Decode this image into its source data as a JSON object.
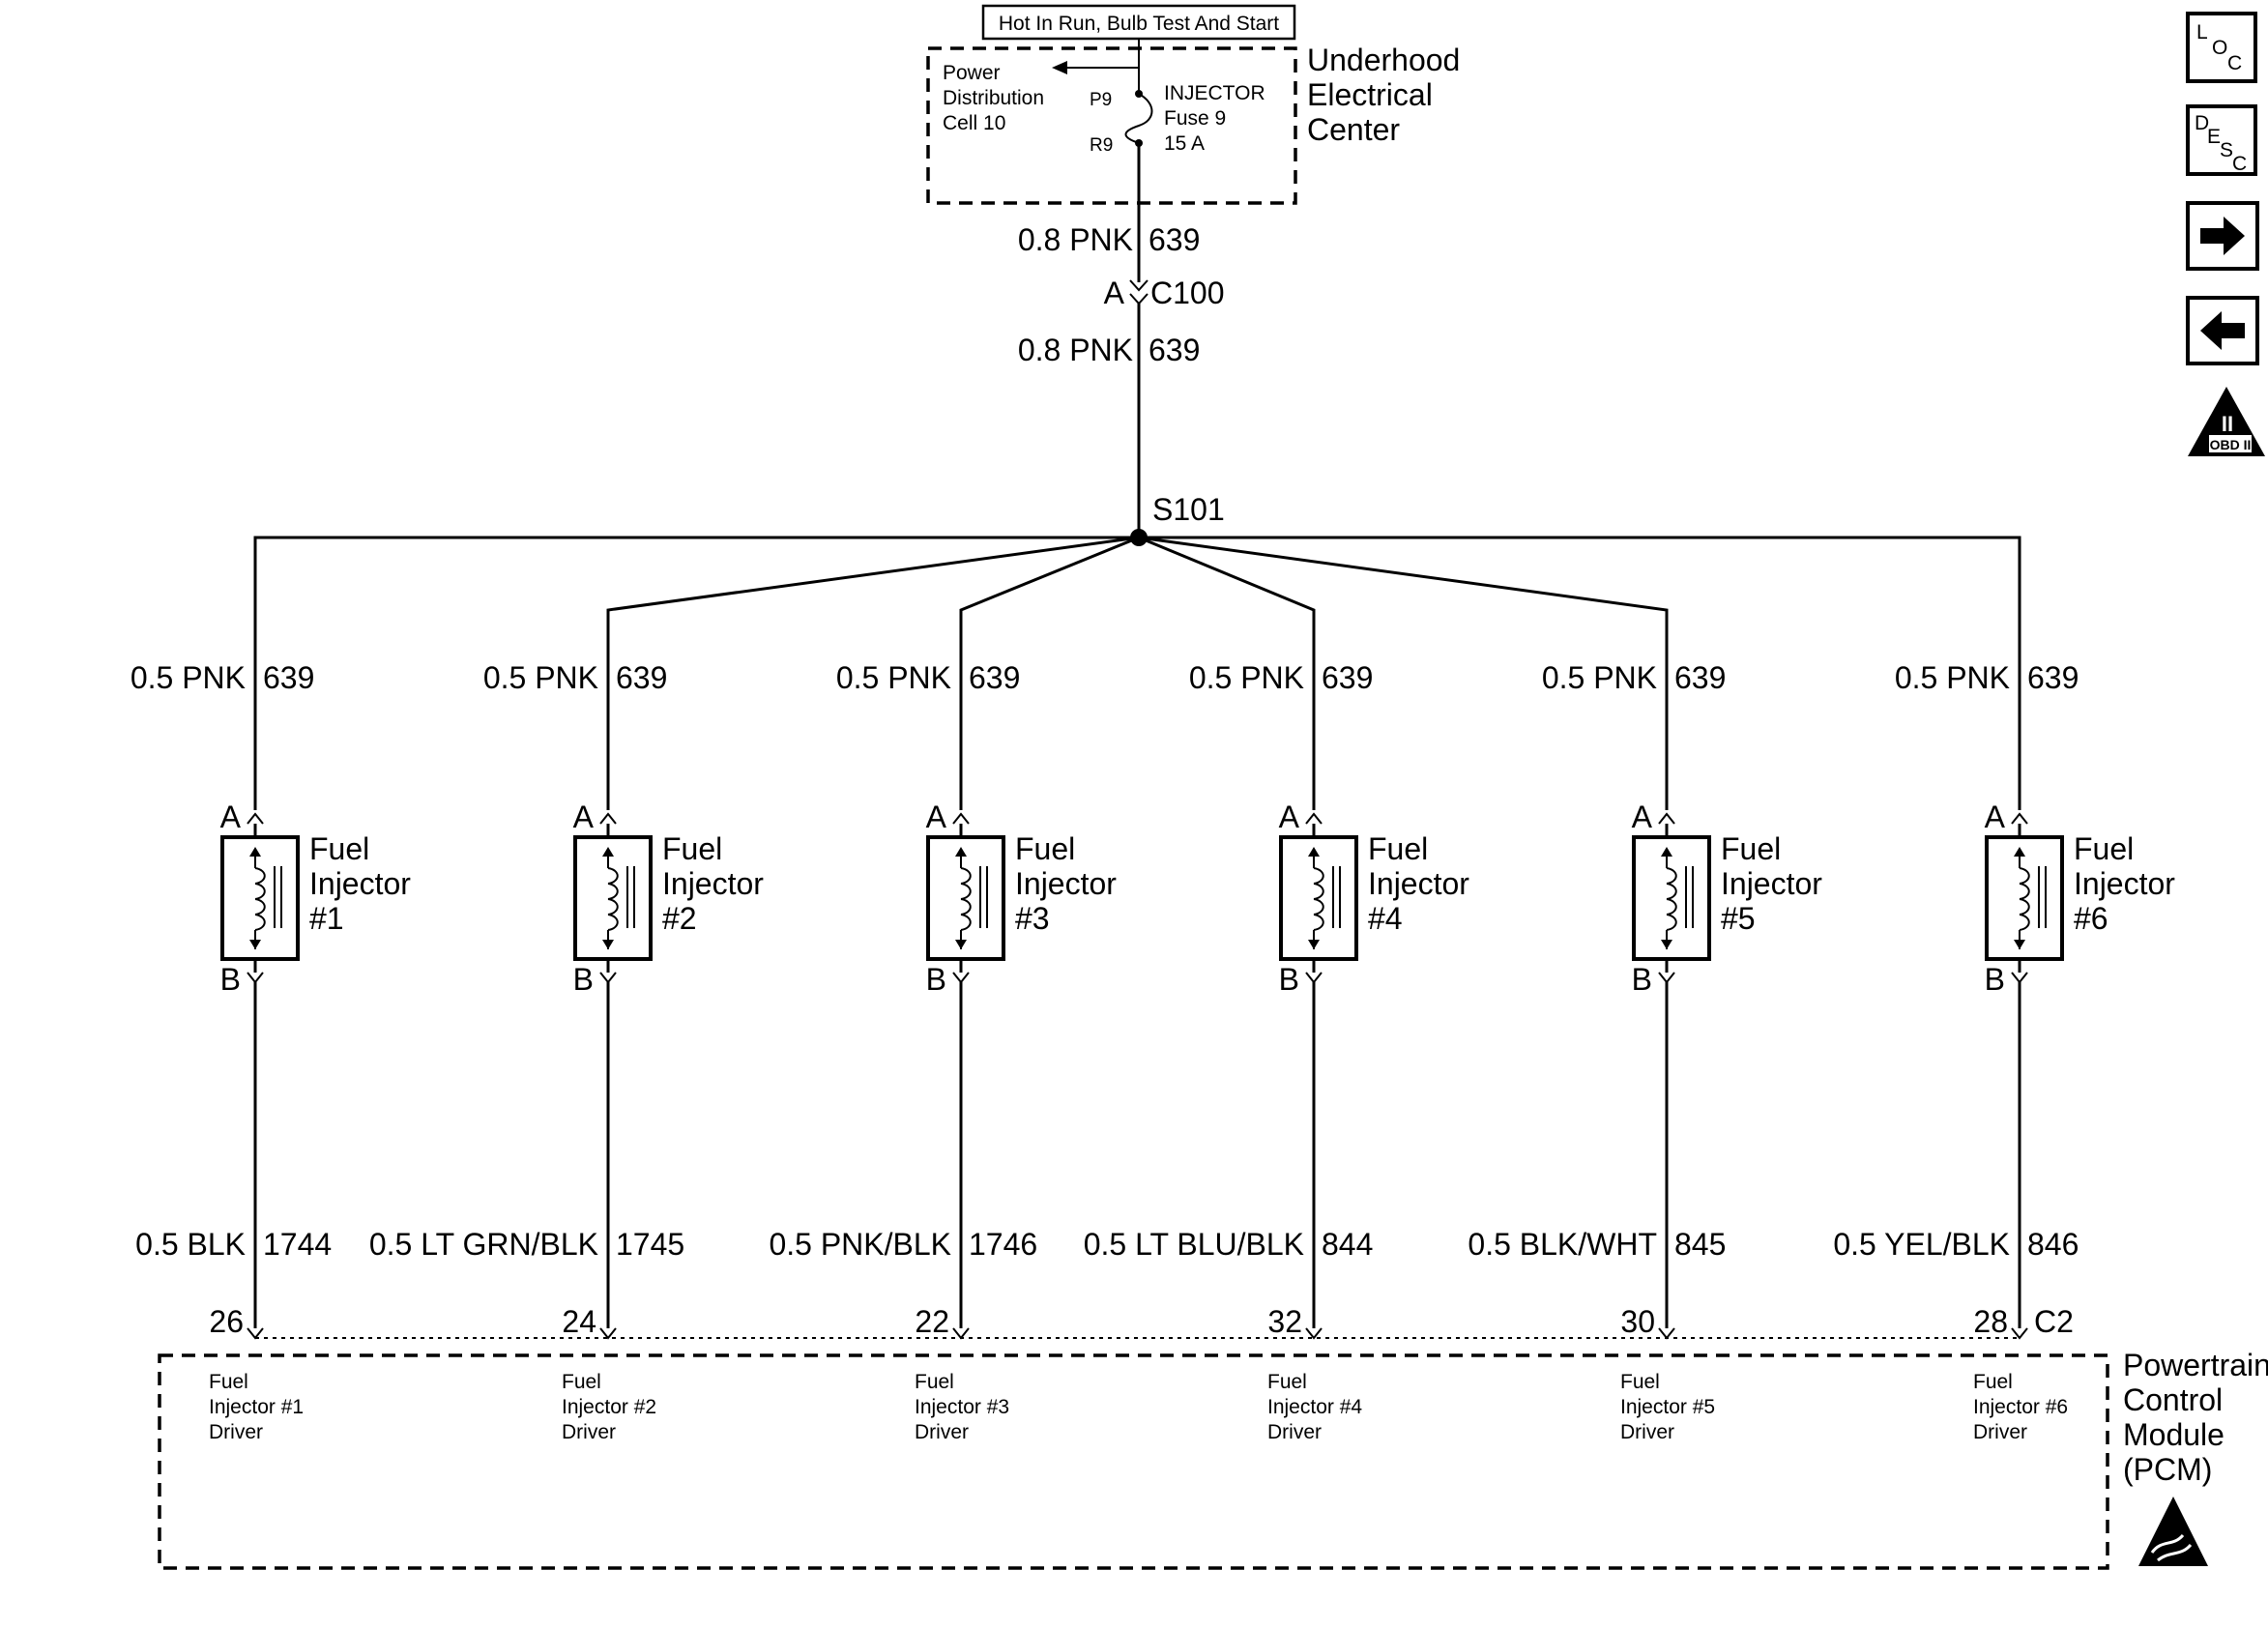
{
  "power": {
    "source_label": "Hot In Run, Bulb Test And Start",
    "box_title": [
      "Underhood",
      "Electrical",
      "Center"
    ],
    "distribution": [
      "Power",
      "Distribution",
      "Cell 10"
    ],
    "fuse": [
      "INJECTOR",
      "Fuse 9",
      "15 A"
    ],
    "pin_top": "P9",
    "pin_bottom": "R9"
  },
  "feed": {
    "wire_upper": "0.8 PNK",
    "circuit_upper": "639",
    "connector_pin": "A",
    "connector": "C100",
    "wire_lower": "0.8 PNK",
    "circuit_lower": "639",
    "splice": "S101"
  },
  "injector_title": [
    "Fuel",
    "Injector"
  ],
  "injector_pin_a": "A",
  "injector_pin_b": "B",
  "injectors": [
    {
      "number": "#1",
      "supply_wire": "0.5 PNK",
      "supply_circuit": "639",
      "ground_wire": "0.5 BLK",
      "ground_circuit": "1744",
      "pcm_pin": "26",
      "driver": [
        "Fuel",
        "Injector #1",
        "Driver"
      ]
    },
    {
      "number": "#2",
      "supply_wire": "0.5 PNK",
      "supply_circuit": "639",
      "ground_wire": "0.5 LT GRN/BLK",
      "ground_circuit": "1745",
      "pcm_pin": "24",
      "driver": [
        "Fuel",
        "Injector #2",
        "Driver"
      ]
    },
    {
      "number": "#3",
      "supply_wire": "0.5 PNK",
      "supply_circuit": "639",
      "ground_wire": "0.5 PNK/BLK",
      "ground_circuit": "1746",
      "pcm_pin": "22",
      "driver": [
        "Fuel",
        "Injector #3",
        "Driver"
      ]
    },
    {
      "number": "#4",
      "supply_wire": "0.5 PNK",
      "supply_circuit": "639",
      "ground_wire": "0.5 LT BLU/BLK",
      "ground_circuit": "844",
      "pcm_pin": "32",
      "driver": [
        "Fuel",
        "Injector #4",
        "Driver"
      ]
    },
    {
      "number": "#5",
      "supply_wire": "0.5 PNK",
      "supply_circuit": "639",
      "ground_wire": "0.5 BLK/WHT",
      "ground_circuit": "845",
      "pcm_pin": "30",
      "driver": [
        "Fuel",
        "Injector #5",
        "Driver"
      ]
    },
    {
      "number": "#6",
      "supply_wire": "0.5 PNK",
      "supply_circuit": "639",
      "ground_wire": "0.5 YEL/BLK",
      "ground_circuit": "846",
      "pcm_pin": "28",
      "driver": [
        "Fuel",
        "Injector #6",
        "Driver"
      ]
    }
  ],
  "pcm": {
    "connector": "C2",
    "title": [
      "Powertrain",
      "Control",
      "Module",
      "(PCM)"
    ]
  },
  "nav": {
    "loc": [
      "L",
      "O",
      "C"
    ],
    "desc": [
      "D",
      "E",
      "S",
      "C"
    ],
    "next_icon": "arrow-right-icon",
    "prev_icon": "arrow-left-icon",
    "obd_numeral": "II",
    "obd_label": "OBD II"
  }
}
